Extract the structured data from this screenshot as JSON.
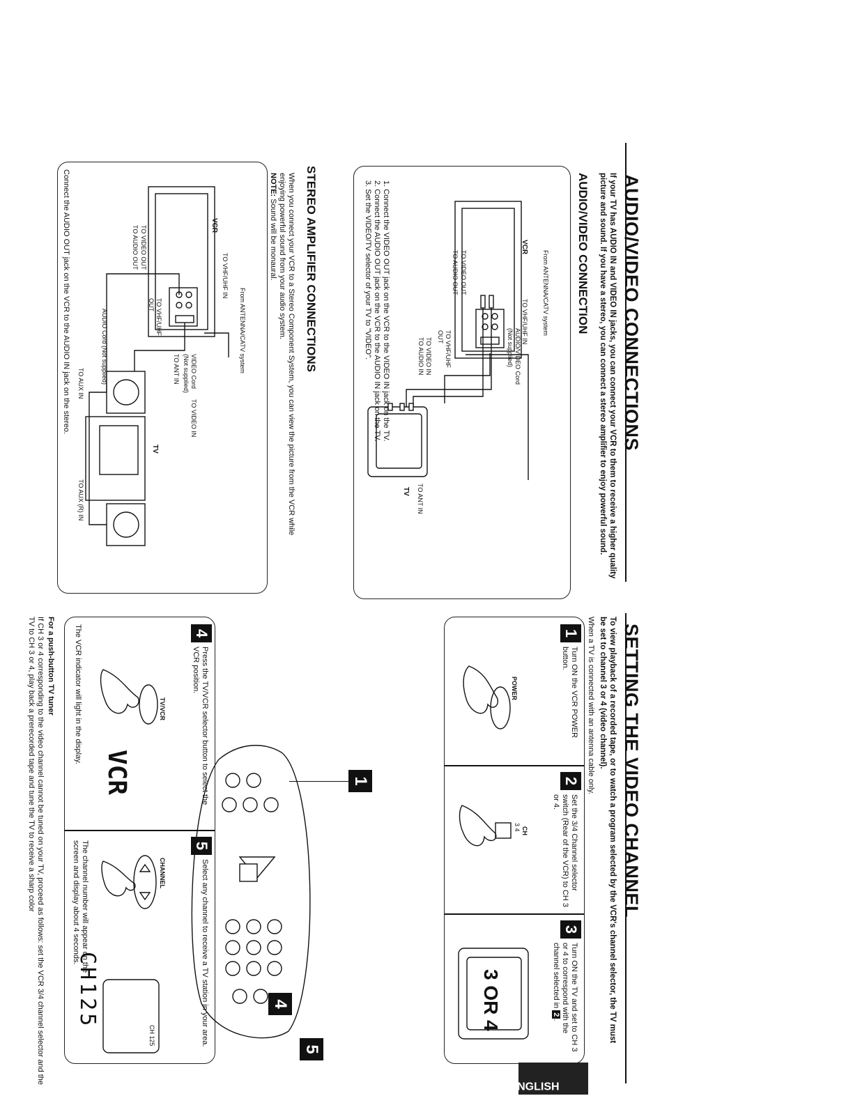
{
  "left": {
    "title": "AUDIO/VIDEO CONNECTIONS",
    "intro": "If your TV has AUDIO IN and VIDEO IN jacks, you can connect your VCR to them to receive a higher quality picture and sound. If you have a stereo, you can connect a stereo amplifier to enjoy powerful sound.",
    "av_section": {
      "heading": "AUDIO/VIDEO CONNECTION",
      "labels": {
        "antenna": "From ANTENNA/CATV system",
        "vcr": "VCR",
        "to_vhf_in": "TO VHF/UHF IN",
        "to_video_out": "TO VIDEO OUT",
        "to_audio_out": "TO AUDIO OUT",
        "av_cord": "AUDIO/VIDEO Cord",
        "not_supplied": "(Not supplied)",
        "to_vhf_out": "TO VHF/UHF",
        "out": "OUT",
        "to_video_in": "TO VIDEO IN",
        "to_audio_in": "TO AUDIO IN",
        "tv": "TV",
        "to_ant_in": "TO ANT IN"
      },
      "steps": [
        "1. Connect the VIDEO OUT jack on the VCR to the VIDEO IN jack on the TV.",
        "2. Connect the AUDIO OUT jack on the VCR to the AUDIO IN jack on the TV.",
        "3. Set the VIDEO/TV selector of your TV to \"VIDEO\"."
      ]
    },
    "stereo_section": {
      "heading": "STEREO AMPLIFIER CONNECTIONS",
      "body": "When you connect your VCR to a Stereo Component System, you can view the picture from the VCR while enjoying powerful sound from your audio system.",
      "note_label": "NOTE:",
      "note": "Sound will be monaural.",
      "labels": {
        "antenna": "From ANTENNA/CATV system",
        "to_vhf_in": "TO VHF/UHF IN",
        "vcr": "VCR",
        "to_video_out": "TO VIDEO OUT",
        "to_audio_out": "TO AUDIO OUT",
        "video_cord": "VIDEO Cord",
        "not_supplied": "(Not supplied)",
        "to_video_in": "TO VIDEO IN",
        "to_ant_in": "TO ANT IN",
        "tv": "TV",
        "to_vhf_out": "TO VHF/UHF",
        "out": "OUT",
        "audio_cord": "AUDIO Cord (Not supplied)",
        "to_aux_in": "TO AUX IN",
        "to_aux_r_in": "TO AUX (R) IN"
      },
      "caption": "Connect the AUDIO OUT jack on the VCR to the AUDIO IN jack on the stereo."
    }
  },
  "right": {
    "title": "SETTING THE VIDEO CHANNEL",
    "intro": "To view playback of a recorded tape, or to watch a program selected by the VCR's channel selector, the TV must be set to channel 3 or 4 (video channel).",
    "antenna_note": "When a TV is connected with an antenna cable only.",
    "steps": [
      {
        "num": "1",
        "text": "Turn ON the VCR POWER button.",
        "label": "POWER"
      },
      {
        "num": "2",
        "text": "Set the 3/4 Channel selector switch (Rear of the VCR) to CH 3 or 4.",
        "label": "CH",
        "sub": "3  4"
      },
      {
        "num": "3",
        "text": "Turn ON the TV and set to CH 3 or 4 to correspond with the channel selected in",
        "ref": "2",
        "display": "3 OR 4"
      },
      {
        "num": "4",
        "text": "Press the TV/VCR selector button to select the VCR position.",
        "label": "TV/VCR",
        "display": "VCR",
        "caption": "The VCR indicator will light in the display."
      },
      {
        "num": "5",
        "text": "Select any channel to receive a TV station in your area.",
        "label": "CHANNEL",
        "screen": "CH 125",
        "display": "CH125",
        "caption": "The channel number will appear on the screen and display about 4 seconds."
      }
    ],
    "callouts": [
      "1",
      "4",
      "5"
    ],
    "push_button": {
      "heading": "For a push-button TV tuner",
      "text": "If CH 3 or 4 corresponding to the video channel cannot be tuned on your TV, proceed as follows: set the VCR 3/4 channel selector and the TV to CH 3 or 4, play back a prerecorded tape and tune the TV to receive a sharp color"
    },
    "language_tab": "ENGLISH"
  },
  "colors": {
    "ink": "#111111",
    "paper": "#ffffff",
    "tab": "#222222"
  }
}
